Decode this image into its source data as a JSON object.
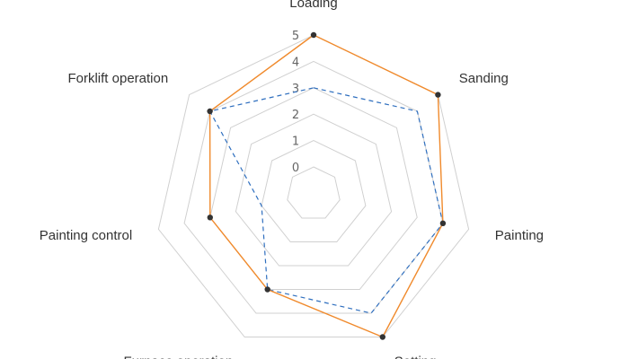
{
  "chart_data": {
    "type": "radar",
    "title": "",
    "categories": [
      "Loading",
      "Sanding",
      "Painting",
      "Setting",
      "Furnace operation",
      "Painting control",
      "Forklift operation"
    ],
    "rlim": [
      0,
      5
    ],
    "ticks": [
      "0",
      "1",
      "2",
      "3",
      "4",
      "5"
    ],
    "grid": true,
    "series": [
      {
        "name": "",
        "values": [
          5,
          5,
          4,
          5,
          3,
          3,
          4
        ],
        "color": "#f08a2c",
        "line_style": "solid",
        "markers": true
      },
      {
        "name": "",
        "values": [
          3,
          4,
          4,
          4,
          3,
          1,
          4
        ],
        "color": "#2f6fbf",
        "line_style": "dashed",
        "markers": false
      }
    ]
  }
}
